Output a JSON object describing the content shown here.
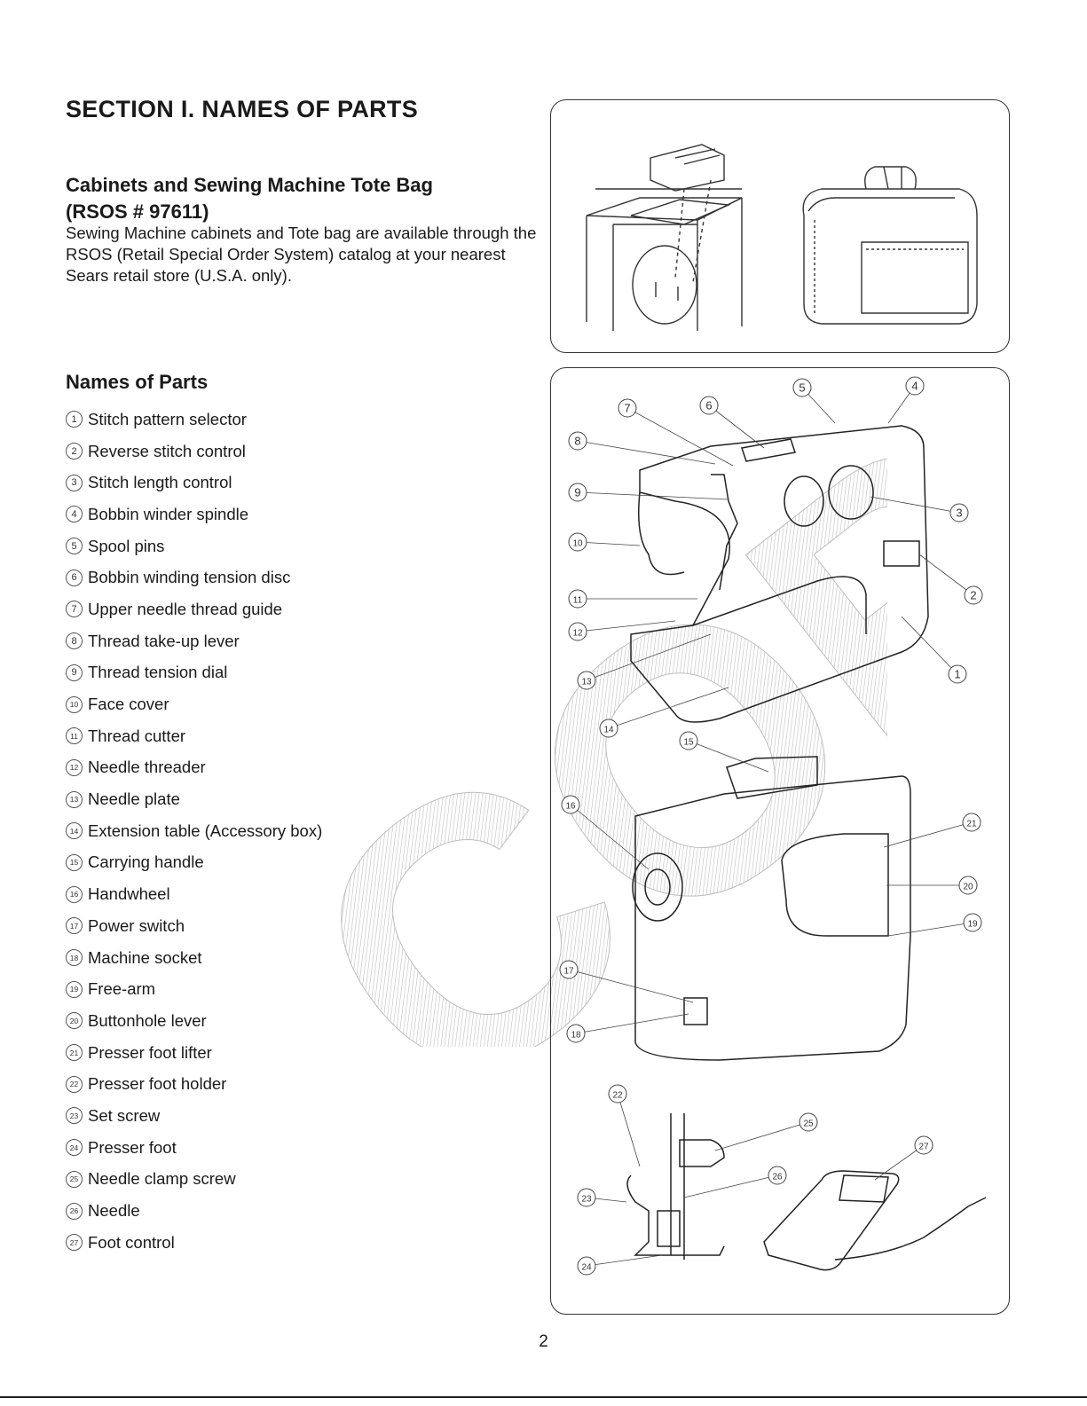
{
  "section_title": "SECTION I. NAMES OF PARTS",
  "cabinets": {
    "heading_line1": "Cabinets and Sewing Machine Tote Bag",
    "heading_line2": "(RSOS # 97611)",
    "body": "Sewing Machine cabinets and Tote bag are available through the RSOS (Retail Special Order System) catalog at your nearest Sears retail store (U.S.A. only)."
  },
  "names_of_parts": {
    "heading": "Names of Parts",
    "items": [
      {
        "num": "1",
        "label": "Stitch pattern selector"
      },
      {
        "num": "2",
        "label": "Reverse stitch control"
      },
      {
        "num": "3",
        "label": "Stitch length control"
      },
      {
        "num": "4",
        "label": "Bobbin winder spindle"
      },
      {
        "num": "5",
        "label": "Spool pins"
      },
      {
        "num": "6",
        "label": "Bobbin winding tension disc"
      },
      {
        "num": "7",
        "label": "Upper needle thread guide"
      },
      {
        "num": "8",
        "label": "Thread take-up lever"
      },
      {
        "num": "9",
        "label": "Thread tension dial"
      },
      {
        "num": "10",
        "label": "Face cover"
      },
      {
        "num": "11",
        "label": "Thread cutter"
      },
      {
        "num": "12",
        "label": "Needle threader"
      },
      {
        "num": "13",
        "label": "Needle plate"
      },
      {
        "num": "14",
        "label": "Extension table (Accessory box)"
      },
      {
        "num": "15",
        "label": "Carrying handle"
      },
      {
        "num": "16",
        "label": "Handwheel"
      },
      {
        "num": "17",
        "label": "Power switch"
      },
      {
        "num": "18",
        "label": "Machine socket"
      },
      {
        "num": "19",
        "label": "Free-arm"
      },
      {
        "num": "20",
        "label": "Buttonhole lever"
      },
      {
        "num": "21",
        "label": "Presser foot lifter"
      },
      {
        "num": "22",
        "label": "Presser foot holder"
      },
      {
        "num": "23",
        "label": "Set screw"
      },
      {
        "num": "24",
        "label": "Presser foot"
      },
      {
        "num": "25",
        "label": "Needle clamp screw"
      },
      {
        "num": "26",
        "label": "Needle"
      },
      {
        "num": "27",
        "label": "Foot control"
      }
    ]
  },
  "watermark_text": "COPY",
  "page_number": "2",
  "colors": {
    "text": "#1a1a1a",
    "line": "#333333",
    "watermark": "#999999"
  }
}
